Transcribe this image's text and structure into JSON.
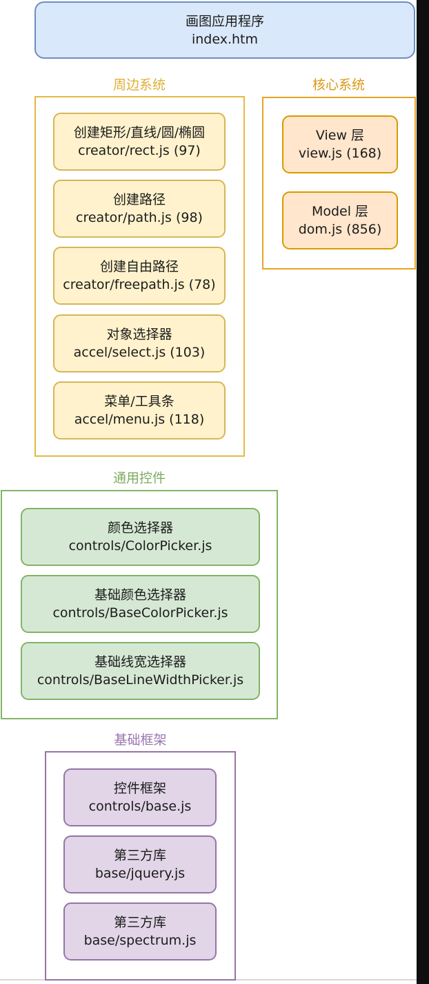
{
  "app": {
    "title": "画图应用程序",
    "file": "index.htm"
  },
  "groups": {
    "peripheral": {
      "label": "周边系统",
      "items": [
        {
          "title": "创建矩形/直线/圆/椭圆",
          "file": "creator/rect.js (97)"
        },
        {
          "title": "创建路径",
          "file": "creator/path.js (98)"
        },
        {
          "title": "创建自由路径",
          "file": "creator/freepath.js (78)"
        },
        {
          "title": "对象选择器",
          "file": "accel/select.js (103)"
        },
        {
          "title": "菜单/工具条",
          "file": "accel/menu.js (118)"
        }
      ]
    },
    "core": {
      "label": "核心系统",
      "items": [
        {
          "title": "View 层",
          "file": "view.js (168)"
        },
        {
          "title": "Model 层",
          "file": "dom.js (856)"
        }
      ]
    },
    "controls": {
      "label": "通用控件",
      "items": [
        {
          "title": "颜色选择器",
          "file": "controls/ColorPicker.js"
        },
        {
          "title": "基础颜色选择器",
          "file": "controls/BaseColorPicker.js"
        },
        {
          "title": "基础线宽选择器",
          "file": "controls/BaseLineWidthPicker.js"
        }
      ]
    },
    "framework": {
      "label": "基础框架",
      "items": [
        {
          "title": "控件框架",
          "file": "controls/base.js"
        },
        {
          "title": "第三方库",
          "file": "base/jquery.js"
        },
        {
          "title": "第三方库",
          "file": "base/spectrum.js"
        }
      ]
    }
  },
  "colors": {
    "app_fill": "#dae8fc",
    "app_stroke": "#6c8ebf",
    "peripheral_fill": "#fff2cc",
    "peripheral_stroke": "#d6b656",
    "core_fill": "#ffe6cc",
    "core_stroke": "#d79b00",
    "controls_fill": "#d5e8d4",
    "controls_stroke": "#82b366",
    "framework_fill": "#e1d5e7",
    "framework_stroke": "#9673a6"
  }
}
